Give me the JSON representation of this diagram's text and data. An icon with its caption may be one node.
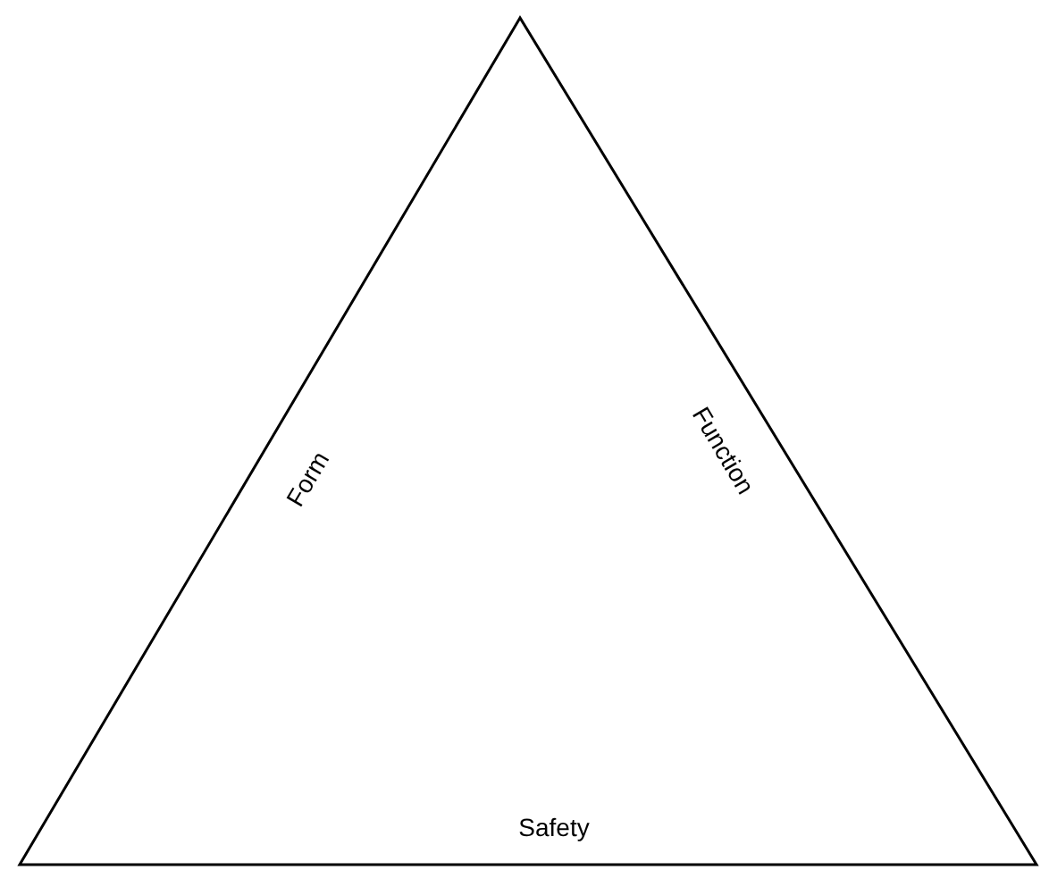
{
  "diagram": {
    "nodes": [
      {
        "text": [
          "Form",
          "Function",
          "Safety"
        ]
      }
    ]
  }
}
